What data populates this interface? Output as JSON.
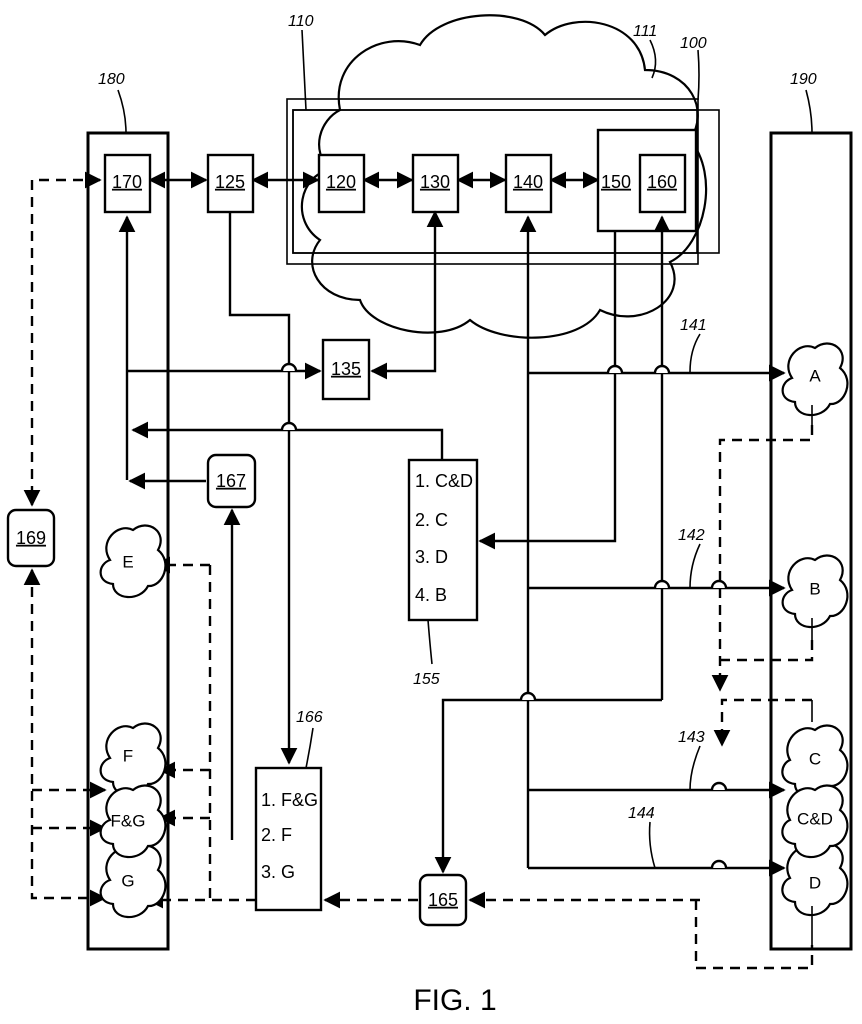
{
  "figure_label": "FIG. 1",
  "refs": {
    "r100": "100",
    "r110": "110",
    "r111": "111",
    "r180": "180",
    "r190": "190",
    "r141": "141",
    "r142": "142",
    "r143": "143",
    "r144": "144",
    "r155": "155",
    "r166": "166"
  },
  "boxes": {
    "b170": "170",
    "b125": "125",
    "b120": "120",
    "b130": "130",
    "b140": "140",
    "b150": "150",
    "b160": "160",
    "b135": "135",
    "b167": "167",
    "b169": "169",
    "b165": "165"
  },
  "clouds": {
    "A": "A",
    "B": "B",
    "C": "C",
    "CD": "C&D",
    "D": "D",
    "E": "E",
    "F": "F",
    "FG": "F&G",
    "G": "G"
  },
  "list155": [
    "1. C&D",
    "2. C",
    "3. D",
    "4. B"
  ],
  "list166": [
    "1. F&G",
    "2. F",
    "3. G"
  ]
}
